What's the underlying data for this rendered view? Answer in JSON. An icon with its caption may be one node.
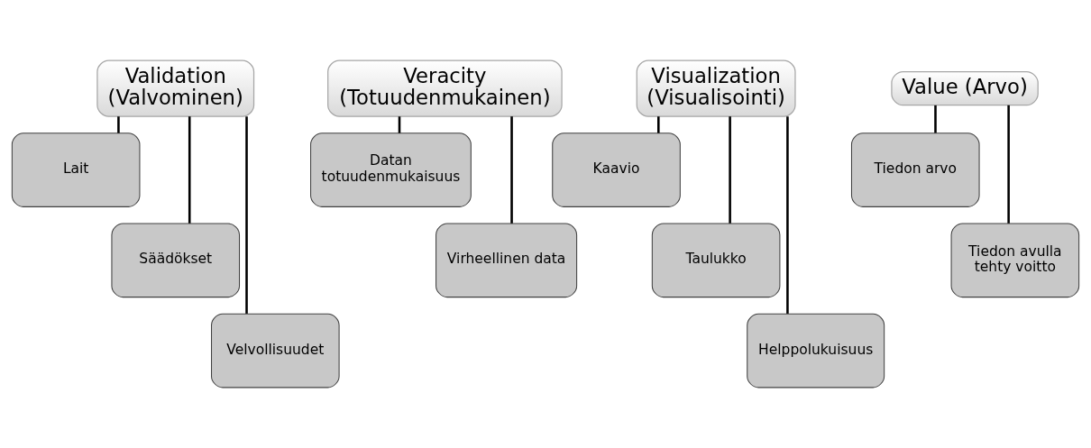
{
  "diagram": {
    "nodes": [
      {
        "text": [
          "Validation (Valvominen)"
        ]
      },
      {
        "text": [
          "Lait"
        ]
      },
      {
        "text": [
          "Säädökset"
        ]
      },
      {
        "text": [
          "Velvollisuudet"
        ]
      },
      {
        "text": [
          "Veracity (Totuudenmukainen)"
        ]
      },
      {
        "text": [
          "Datan totuudenmukaisuus"
        ]
      },
      {
        "text": [
          "Virheellinen data"
        ]
      },
      {
        "text": [
          "Visualization (Visualisointi)"
        ]
      },
      {
        "text": [
          "Kaavio"
        ]
      },
      {
        "text": [
          "Taulukko"
        ]
      },
      {
        "text": [
          "Helppolukuisuus"
        ]
      },
      {
        "text": [
          "Value (Arvo)"
        ]
      },
      {
        "text": [
          "Tiedon arvo"
        ]
      },
      {
        "text": [
          "Tiedon avulla tehty voitto"
        ]
      }
    ],
    "edges": [
      {
        "from": 0,
        "to": 1,
        "arrow": "none"
      },
      {
        "from": 0,
        "to": 2,
        "arrow": "none"
      },
      {
        "from": 0,
        "to": 3,
        "arrow": "none"
      },
      {
        "from": 4,
        "to": 5,
        "arrow": "none"
      },
      {
        "from": 4,
        "to": 6,
        "arrow": "none"
      },
      {
        "from": 7,
        "to": 8,
        "arrow": "none"
      },
      {
        "from": 7,
        "to": 9,
        "arrow": "none"
      },
      {
        "from": 7,
        "to": 10,
        "arrow": "none"
      },
      {
        "from": 11,
        "to": 12,
        "arrow": "none"
      },
      {
        "from": 11,
        "to": 13,
        "arrow": "none"
      }
    ]
  }
}
